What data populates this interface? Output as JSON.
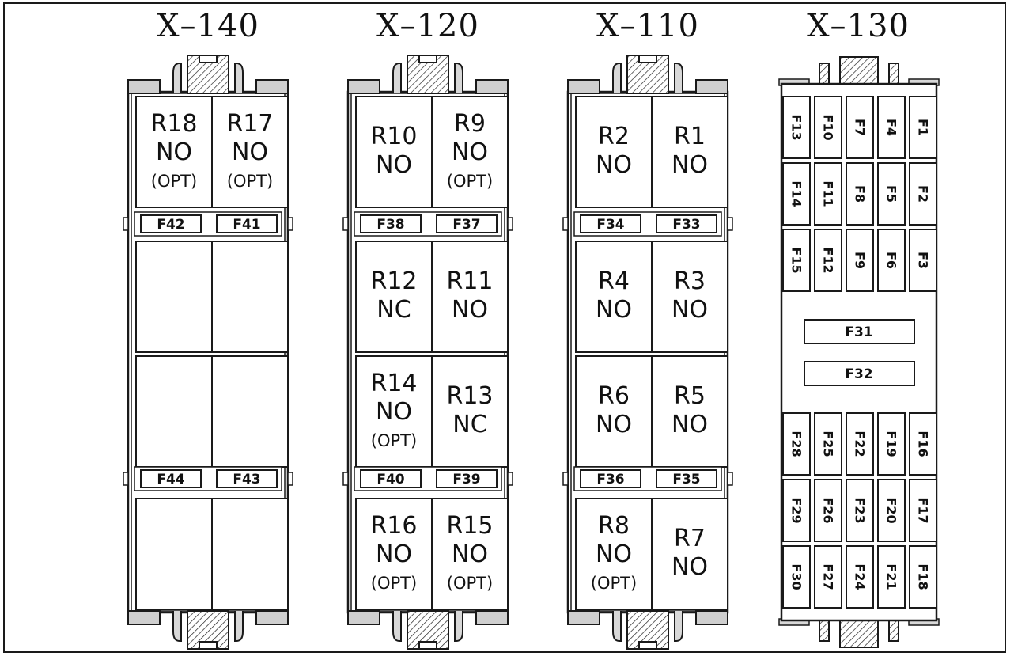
{
  "boxes": [
    {
      "title": "X–140",
      "relays": [
        {
          "name": "R18",
          "type": "NO",
          "opt": "(OPT)"
        },
        {
          "name": "R17",
          "type": "NO",
          "opt": "(OPT)"
        },
        {
          "name": "",
          "type": "",
          "opt": ""
        },
        {
          "name": "",
          "type": "",
          "opt": ""
        },
        {
          "name": "",
          "type": "",
          "opt": ""
        },
        {
          "name": "",
          "type": "",
          "opt": ""
        },
        {
          "name": "",
          "type": "",
          "opt": ""
        },
        {
          "name": "",
          "type": "",
          "opt": ""
        }
      ],
      "fuses_top": [
        "F42",
        "F41"
      ],
      "fuses_bottom": [
        "F44",
        "F43"
      ]
    },
    {
      "title": "X–120",
      "relays": [
        {
          "name": "R10",
          "type": "NO",
          "opt": ""
        },
        {
          "name": "R9",
          "type": "NO",
          "opt": "(OPT)"
        },
        {
          "name": "R12",
          "type": "NC",
          "opt": ""
        },
        {
          "name": "R11",
          "type": "NO",
          "opt": ""
        },
        {
          "name": "R14",
          "type": "NO",
          "opt": "(OPT)"
        },
        {
          "name": "R13",
          "type": "NC",
          "opt": ""
        },
        {
          "name": "R16",
          "type": "NO",
          "opt": "(OPT)"
        },
        {
          "name": "R15",
          "type": "NO",
          "opt": "(OPT)"
        }
      ],
      "fuses_top": [
        "F38",
        "F37"
      ],
      "fuses_bottom": [
        "F40",
        "F39"
      ]
    },
    {
      "title": "X–110",
      "relays": [
        {
          "name": "R2",
          "type": "NO",
          "opt": ""
        },
        {
          "name": "R1",
          "type": "NO",
          "opt": ""
        },
        {
          "name": "R4",
          "type": "NO",
          "opt": ""
        },
        {
          "name": "R3",
          "type": "NO",
          "opt": ""
        },
        {
          "name": "R6",
          "type": "NO",
          "opt": ""
        },
        {
          "name": "R5",
          "type": "NO",
          "opt": ""
        },
        {
          "name": "R8",
          "type": "NO",
          "opt": "(OPT)"
        },
        {
          "name": "R7",
          "type": "NO",
          "opt": ""
        }
      ],
      "fuses_top": [
        "F34",
        "F33"
      ],
      "fuses_bottom": [
        "F36",
        "F35"
      ]
    }
  ],
  "fuse_box": {
    "title": "X–130",
    "top_grid": [
      [
        "F13",
        "F10",
        "F7",
        "F4",
        "F1"
      ],
      [
        "F14",
        "F11",
        "F8",
        "F5",
        "F2"
      ],
      [
        "F15",
        "F12",
        "F9",
        "F6",
        "F3"
      ]
    ],
    "middle": [
      "F31",
      "F32"
    ],
    "bottom_grid": [
      [
        "F28",
        "F25",
        "F22",
        "F19",
        "F16"
      ],
      [
        "F29",
        "F26",
        "F23",
        "F20",
        "F17"
      ],
      [
        "F30",
        "F27",
        "F24",
        "F21",
        "F18"
      ]
    ]
  }
}
